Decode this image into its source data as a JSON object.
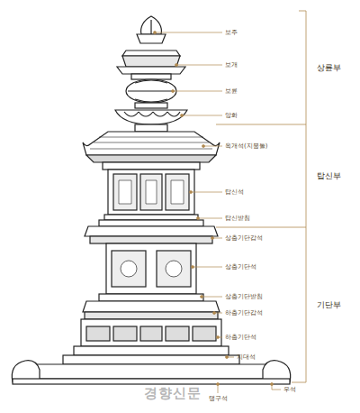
{
  "diagram": {
    "labels": [
      "보주",
      "보개",
      "보륜",
      "앙화",
      "옥개석(지붕돌)",
      "탑신석",
      "탑신받침",
      "상층기단갑석",
      "상층기단석",
      "상층기단받침",
      "하층기단갑석",
      "하층기단석",
      "지대석",
      "탱구석",
      "우석",
      "상륜부",
      "탑신부",
      "기단부",
      "경향신문"
    ]
  }
}
